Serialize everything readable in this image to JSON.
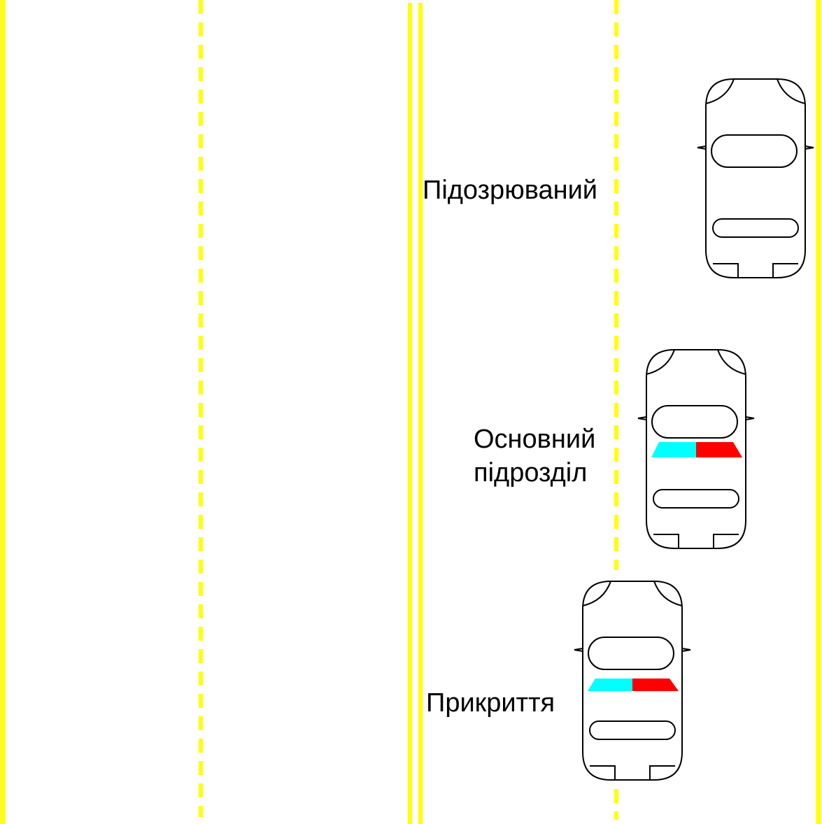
{
  "colors": {
    "background": "#ffffff",
    "road_marking": "#ffff00",
    "car_outline": "#000000",
    "light_bar_left": "#00ffff",
    "light_bar_right": "#ff0000"
  },
  "labels": {
    "suspect": "Підозрюваний",
    "main_unit_line1": "Основний",
    "main_unit_line2": "підрозділ",
    "cover": "Прикриття"
  },
  "vehicles": [
    {
      "role": "suspect",
      "light_bar": false
    },
    {
      "role": "main-unit",
      "light_bar": true
    },
    {
      "role": "cover",
      "light_bar": true
    }
  ]
}
